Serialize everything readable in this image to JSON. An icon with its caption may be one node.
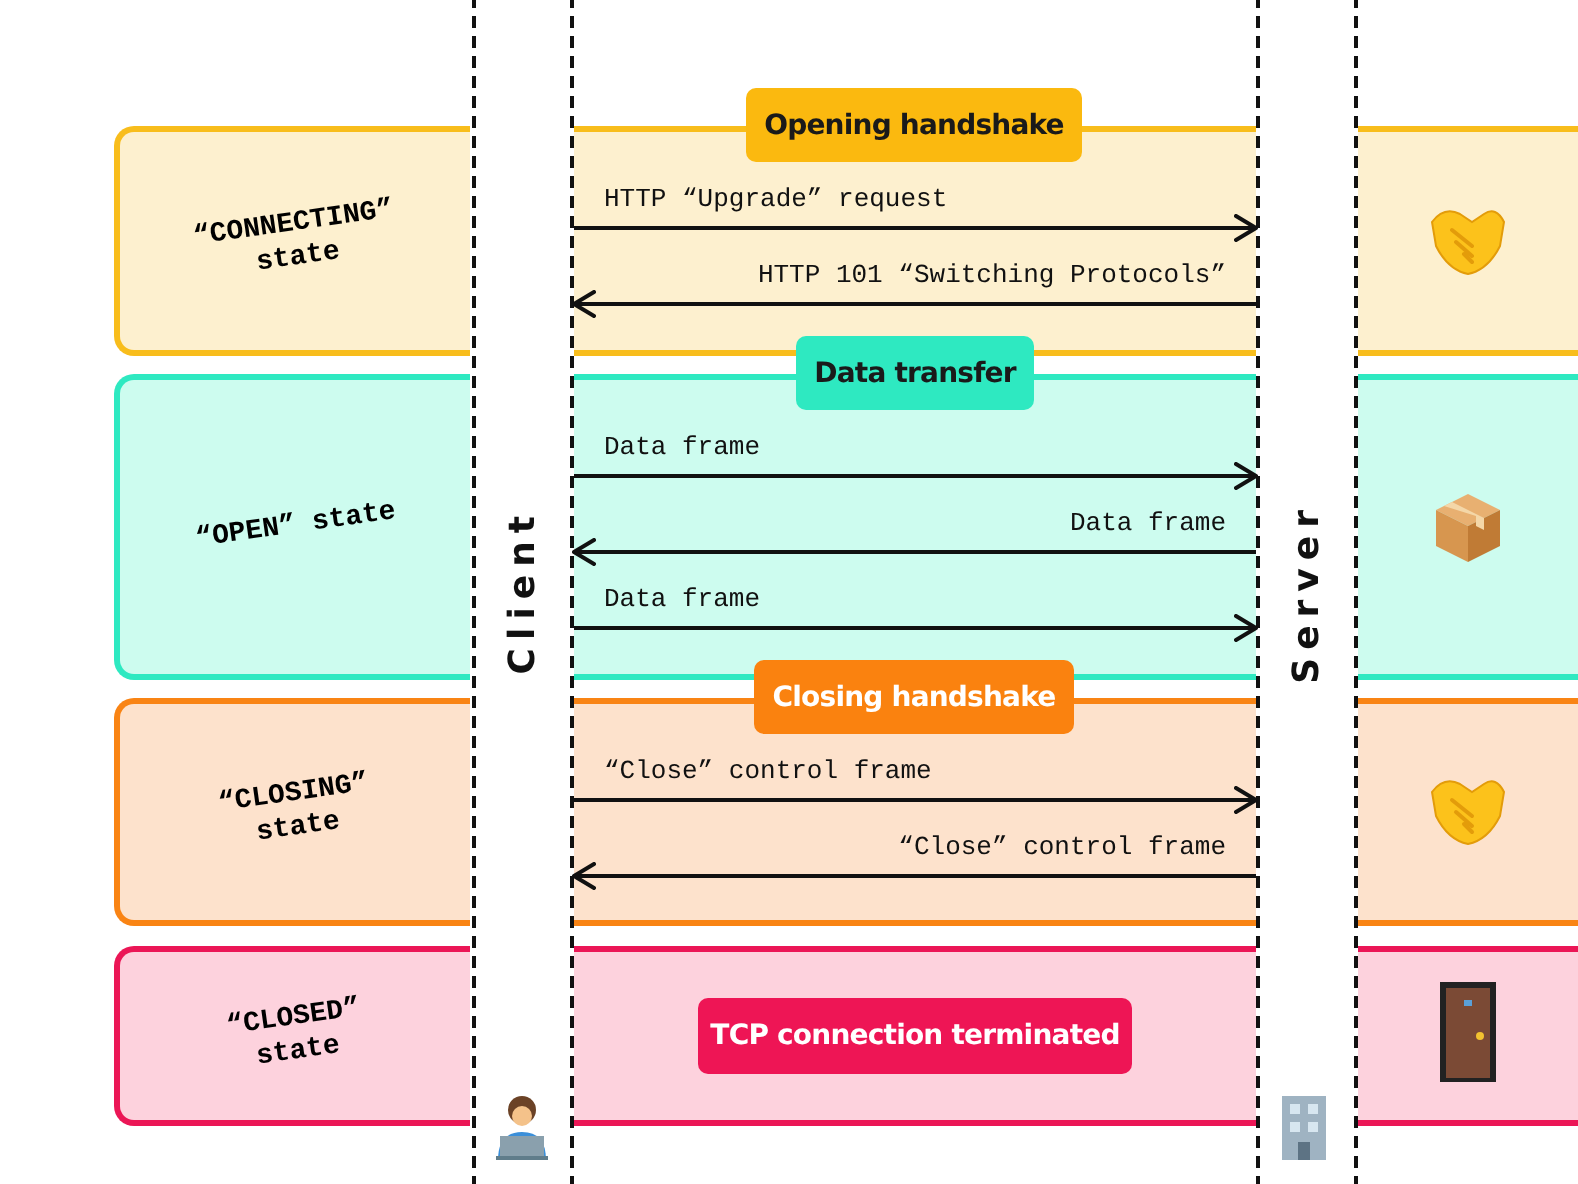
{
  "diagram": {
    "nodes": [
      {
        "text": [
          "“CONNECTING” state"
        ]
      },
      {
        "text": [
          "“OPEN” state"
        ]
      },
      {
        "text": [
          "“CLOSING” state"
        ]
      },
      {
        "text": [
          "“CLOSED” state"
        ]
      },
      {
        "text": [
          "Client"
        ]
      },
      {
        "text": [
          "Server"
        ]
      },
      {
        "text": [
          "Opening handshake"
        ]
      },
      {
        "text": [
          "Data transfer"
        ]
      },
      {
        "text": [
          "Closing handshake"
        ]
      },
      {
        "text": [
          "TCP connection terminated"
        ]
      }
    ],
    "edges": [
      {
        "from": 4,
        "to": 5,
        "arrow": "to",
        "label": "HTTP “Upgrade” request"
      },
      {
        "from": 5,
        "to": 4,
        "arrow": "to",
        "label": "HTTP 101 “Switching Protocols”"
      },
      {
        "from": 4,
        "to": 5,
        "arrow": "to",
        "label": "Data frame"
      },
      {
        "from": 5,
        "to": 4,
        "arrow": "to",
        "label": "Data frame"
      },
      {
        "from": 4,
        "to": 5,
        "arrow": "to",
        "label": "Data frame"
      },
      {
        "from": 4,
        "to": 5,
        "arrow": "to",
        "label": "“Close” control frame"
      },
      {
        "from": 5,
        "to": 4,
        "arrow": "to",
        "label": "“Close” control frame"
      }
    ]
  }
}
